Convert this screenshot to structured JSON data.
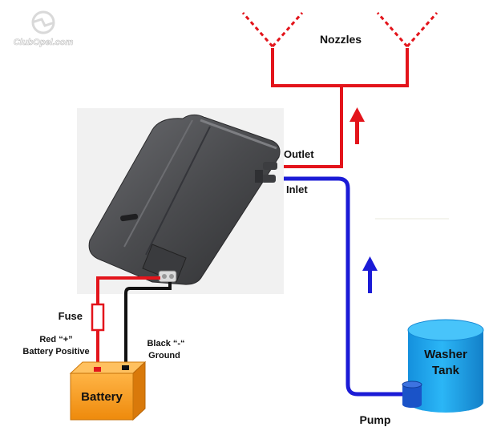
{
  "logo": {
    "text": "ClubOpel.com"
  },
  "labels": {
    "nozzles": "Nozzles",
    "outlet": "Outlet",
    "inlet": "Inlet",
    "fuse": "Fuse",
    "red_terminal_line1": "Red “+”",
    "red_terminal_line2": "Battery Positive",
    "black_terminal_line1": "Black “-“",
    "black_terminal_line2": "Ground",
    "battery": "Battery",
    "washer_tank_line1": "Washer",
    "washer_tank_line2": "Tank",
    "pump": "Pump"
  },
  "colors": {
    "outlet_hose": "#e3141b",
    "inlet_hose": "#1b1bd6",
    "positive_wire": "#e3141b",
    "ground_wire": "#111111",
    "battery": "#f59a1a",
    "tank": "#1aa6ee",
    "pump_body": "#1a53c8",
    "heater_body": "#4a4b4e"
  },
  "icons": {
    "nozzle": "y-spray-icon",
    "flow_arrow": "up-arrow-icon",
    "fuse": "fuse-icon"
  }
}
